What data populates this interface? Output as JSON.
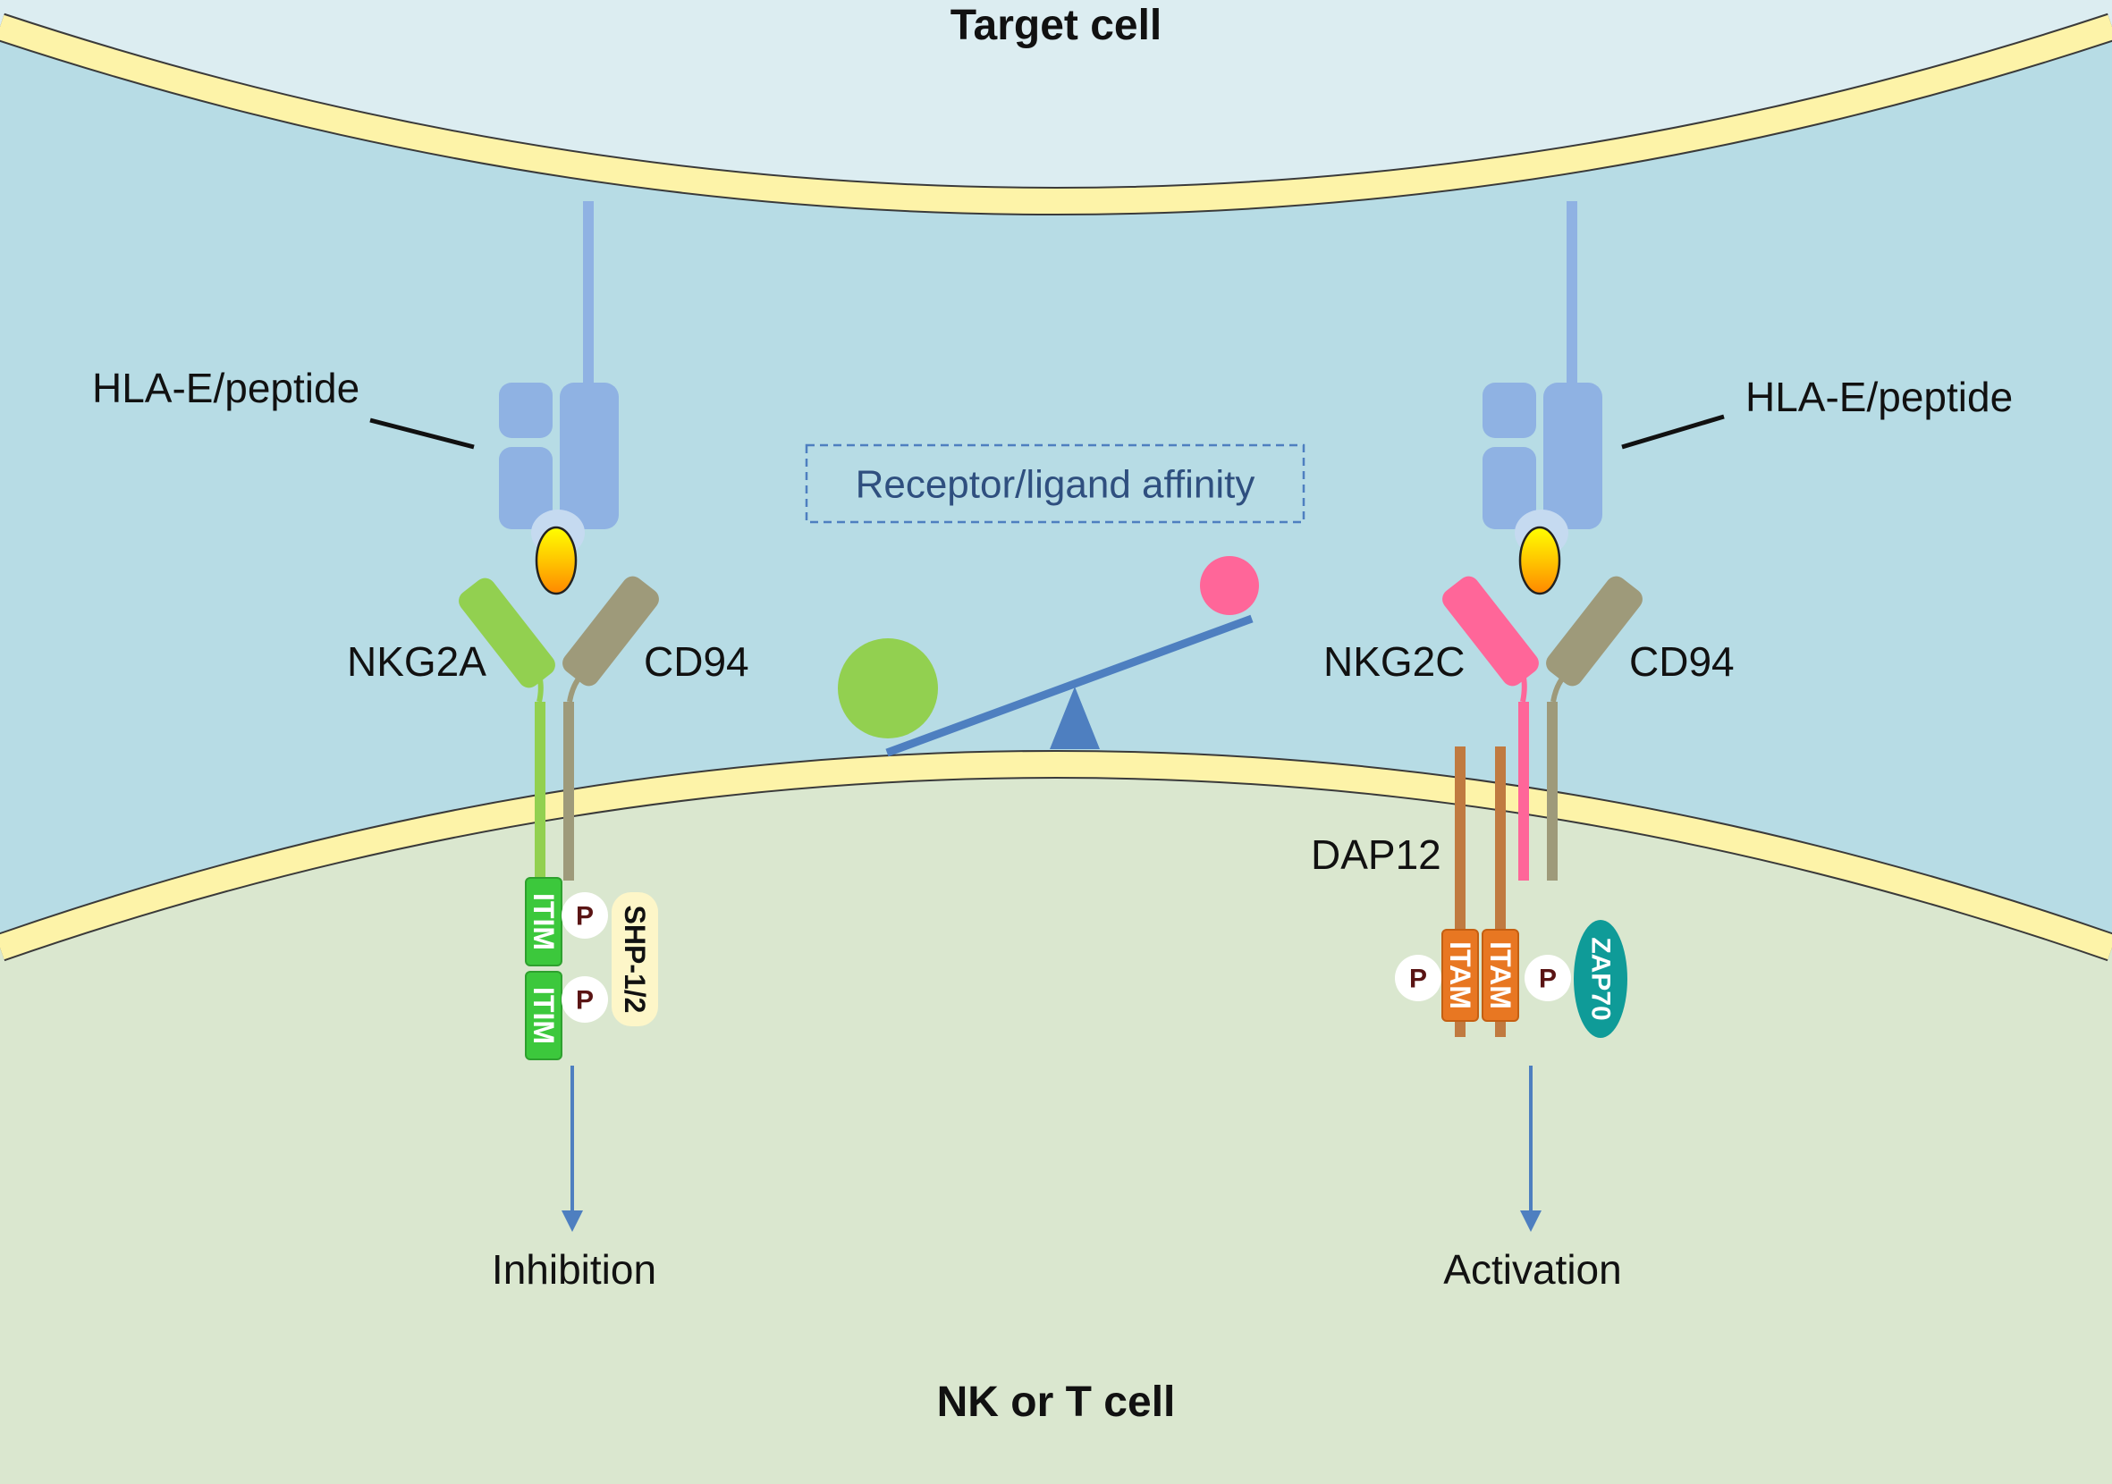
{
  "target_cell_label": "Target cell",
  "nk_cell_label": "NK or T cell",
  "affinity_label": "Receptor/ligand affinity",
  "left": {
    "ligand_label": "HLA-E/peptide",
    "receptor_label": "NKG2A",
    "coreceptor_label": "CD94",
    "motif_top": "ITIM",
    "motif_bottom": "ITIM",
    "phospho_top": "P",
    "phospho_bottom": "P",
    "phosphatase_label": "SHP-1/2",
    "outcome_label": "Inhibition"
  },
  "right": {
    "ligand_label": "HLA-E/peptide",
    "receptor_label": "NKG2C",
    "coreceptor_label": "CD94",
    "adaptor_label": "DAP12",
    "motif_left": "ITAM",
    "motif_right": "ITAM",
    "phospho_left": "P",
    "phospho_right": "P",
    "kinase_label": "ZAP70",
    "outcome_label": "Activation"
  },
  "colors": {
    "target_cell": "#dcedf1",
    "synapse": "#b7dce5",
    "effector_cell": "#dae7cf",
    "membrane": "#fdf3a8",
    "hla": "#8fb2e3",
    "nkg2a": "#92d050",
    "nkg2c": "#ff6699",
    "cd94": "#9e9a7a",
    "dap12": "#c07a40",
    "itam": "#e87722",
    "itim": "#3cc83c",
    "zap70": "#0f9b98",
    "arrow": "#4e7fc0",
    "affinity_text": "#2f4f7f"
  }
}
